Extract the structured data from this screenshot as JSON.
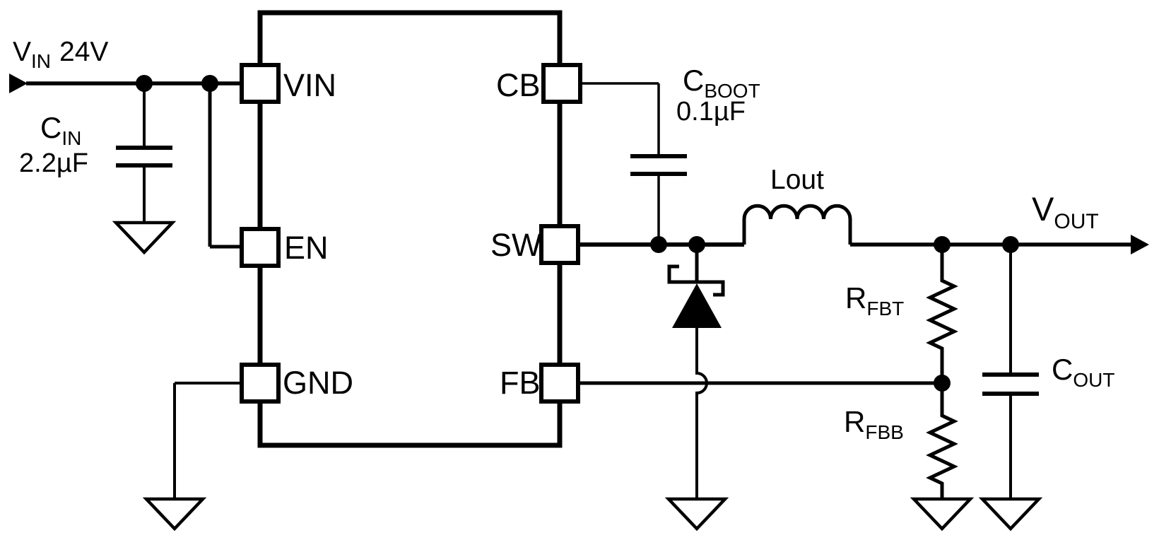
{
  "schematic": {
    "input_source": {
      "symbol": "V",
      "subscript": "IN",
      "value": "24V"
    },
    "input_capacitor": {
      "symbol": "C",
      "subscript": "IN",
      "value": "2.2µF"
    },
    "ic": {
      "pins": {
        "vin": "VIN",
        "en": "EN",
        "gnd": "GND",
        "cb": "CB",
        "sw": "SW",
        "fb": "FB"
      }
    },
    "bootstrap_capacitor": {
      "symbol": "C",
      "subscript": "BOOT",
      "value": "0.1µF"
    },
    "output_inductor": {
      "name": "Lout"
    },
    "output_voltage": {
      "symbol": "V",
      "subscript": "OUT"
    },
    "feedback_resistor_top": {
      "symbol": "R",
      "subscript": "FBT"
    },
    "feedback_resistor_bottom": {
      "symbol": "R",
      "subscript": "FBB"
    },
    "output_capacitor": {
      "symbol": "C",
      "subscript": "OUT"
    }
  },
  "colors": {
    "line": "#000000",
    "background": "#ffffff"
  }
}
